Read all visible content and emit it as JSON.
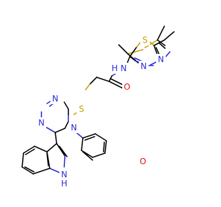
{
  "colors": {
    "carbon": "#000000",
    "nitrogen": "#2a2ad8",
    "oxygen": "#e01010",
    "sulfur": "#c8a000",
    "background": "#ffffff"
  },
  "atoms": {
    "thiadiazole_s": "S",
    "thiadiazole_n1": "N",
    "thiadiazole_n2": "N",
    "amide_nh": "N",
    "amide_h": "H",
    "carbonyl_o": "O",
    "thioether_s": "S",
    "triazole_n1": "N",
    "triazole_n2": "N",
    "triazole_n4": "N",
    "methoxy_o": "O",
    "indole_nh": "N",
    "indole_h": "H"
  }
}
